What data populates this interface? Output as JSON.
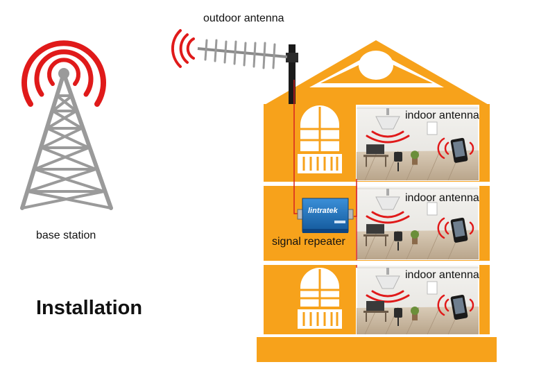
{
  "labels": {
    "outdoor_antenna": "outdoor antenna",
    "base_station": "base station",
    "signal_repeater": "signal repeater",
    "indoor_antenna_1": "indoor antenna",
    "indoor_antenna_2": "indoor antenna",
    "indoor_antenna_3": "indoor antenna",
    "title": "Installation"
  },
  "device_brand": "lintratek",
  "colors": {
    "house": "#f7a21b",
    "signal": "#e01a1a",
    "tower": "#9a9a9a",
    "repeater": "#1c6fb8",
    "cable": "#d82020",
    "room_wall": "#eceae6",
    "room_floor": "#c9b7a0"
  }
}
